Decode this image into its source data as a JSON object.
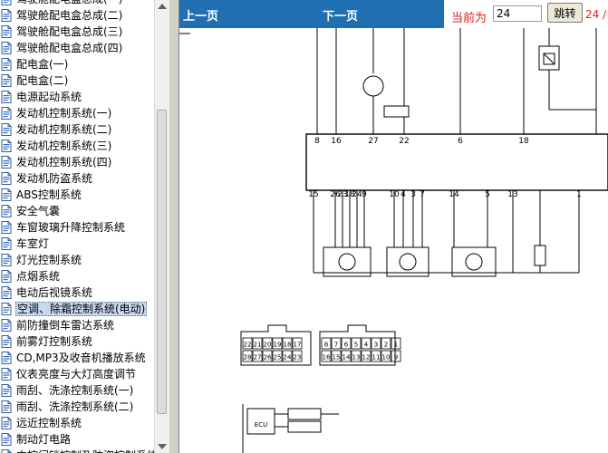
{
  "sidebar": {
    "items": [
      {
        "label": "驾驶舱配电盒总成(一)"
      },
      {
        "label": "驾驶舱配电盒总成(二)"
      },
      {
        "label": "驾驶舱配电盒总成(三)"
      },
      {
        "label": "驾驶舱配电盒总成(四)"
      },
      {
        "label": "配电盒(一)"
      },
      {
        "label": "配电盒(二)"
      },
      {
        "label": "电源起动系统"
      },
      {
        "label": "发动机控制系统(一)"
      },
      {
        "label": "发动机控制系统(二)"
      },
      {
        "label": "发动机控制系统(三)"
      },
      {
        "label": "发动机控制系统(四)"
      },
      {
        "label": "发动机防盗系统"
      },
      {
        "label": "ABS控制系统"
      },
      {
        "label": "安全气囊"
      },
      {
        "label": "车窗玻璃升降控制系统"
      },
      {
        "label": "车室灯"
      },
      {
        "label": "灯光控制系统"
      },
      {
        "label": "点烟系统"
      },
      {
        "label": "电动后视镜系统"
      },
      {
        "label": "空调、除霜控制系统(电动)"
      },
      {
        "label": "前防撞倒车雷达系统"
      },
      {
        "label": "前雾灯控制系统"
      },
      {
        "label": "CD,MP3及收音机播放系统"
      },
      {
        "label": "仪表亮度与大灯高度调节"
      },
      {
        "label": "雨刮、洗涤控制系统(一)"
      },
      {
        "label": "雨刮、洗涤控制系统(二)"
      },
      {
        "label": "远近控制系统"
      },
      {
        "label": "制动灯电路"
      },
      {
        "label": "中控门锁控制及防盗控制系统"
      }
    ],
    "selected_index": 19
  },
  "toolbar": {
    "prev_label": "上一页",
    "next_label": "下一页",
    "current_label": "当前为",
    "page_value": "24",
    "go_label": "跳转",
    "page_total": "24 /"
  },
  "diagram": {
    "module_pins_top": [
      "8",
      "16",
      "27",
      "22",
      "6",
      "18"
    ],
    "module_pins_bottom": [
      "15",
      "26",
      "23",
      "18",
      "24",
      "9",
      "10",
      "4",
      "3",
      "7",
      "14",
      "5",
      "13",
      "1"
    ],
    "connector_top_row": [
      "22",
      "21",
      "20",
      "19",
      "18",
      "17",
      "8",
      "7",
      "6",
      "5",
      "4",
      "3",
      "2",
      "1"
    ],
    "connector_bottom_row": [
      "28",
      "27",
      "26",
      "25",
      "24",
      "23",
      "16",
      "15",
      "14",
      "13",
      "12",
      "11",
      "10",
      "9"
    ],
    "ecu_label": "ECU"
  }
}
